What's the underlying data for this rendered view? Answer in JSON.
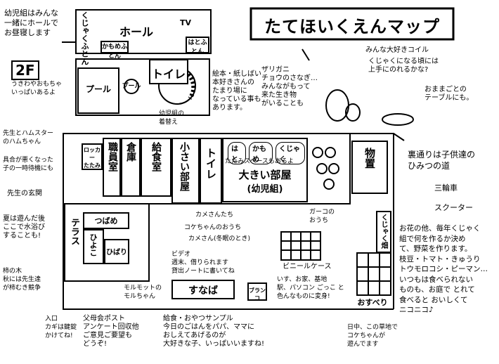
{
  "title": "たてほいくえんマップ",
  "floor": "2F",
  "notes": {
    "top_left": "幼児組はみんな\n一緒にホールで\nお昼寝します",
    "toys": "うきわやおもちゃ\nいっぱいあるよ",
    "picture_books": "絵本・紙しばい\n本好きさんの\nたまり場に\nなっている事も\nあります。",
    "changing": "幼児組の\n着替え",
    "creatures": "ザリガニ\nチョウのさなぎ…\nみんながもって\n来た生き物\nがいることも",
    "koi": "みんな大好きコイル",
    "koi_q": "くじゃくになる頃には\n上手にのれるかな?",
    "kitchen_toy": "おままごとの\nテーブルにも。",
    "teacher_hamster": "先生とハムスター\nのハムちゃん",
    "sick": "具合が悪くなった\n子の一時待機にも",
    "entrance": "先生の玄関",
    "summer": "夏は遊んだ後\nここで水浴び\nすることも!",
    "persimmon": "柿の木\n秋には先生達\nが柿むき競争",
    "backyard": "裏通りは子供達の\nひみつの道",
    "tricycle": "三輪車",
    "scooter": "スクーター",
    "vegetables": "お花の他、毎年くじゃく\n組で何を作るか決め\nて、野菜を作ります。\n枝豆・トマト・きゅうり\nトウモロコシ・ピーマン…\nいつもは食べられない\nものも、お庭で とれて\n食べると おいしくて\nニコニコ♪",
    "goat": "ガーコの\nおうち",
    "beetle": "カメさんたち",
    "chicken": "コケちゃんのおうち",
    "turtle_winter": "カメさん(冬眠のとき)",
    "video": "ビデオ\n週末、借りられます\n貸出ノートに書いてね",
    "mole": "モルモットの\nモルちゃん",
    "vinyl_case": "ビニールケース",
    "vinyl_desc": "いす、お家、基地\n駅、パソコン ごっこ と\n色んなものに変身!",
    "entrance_warn": "入口\nカギは鍵錠\nかけてね!",
    "lunch_post": "父母会ポスト\nアンケート回収他\nご意見ご要望も\nどうぞ!",
    "snack": "給食・おやつサンプル\n今日のごはんをパパ、ママに\nおしえてあげるのが\n大好きな子、いっぱいいますね!",
    "weekday": "日中、この草地で\nコケちゃんが\n遊んでます"
  },
  "rooms": {
    "hall": "ホール",
    "tv": "TV",
    "kujaku_futon": "くじゃくふとん",
    "hato_futon": "はとふとん",
    "kamome_futon": "かもめふとん",
    "pool": "プール",
    "pool2": "プール",
    "toilet_top": "トイレ",
    "locker": "ロッカー\nたたみ",
    "staff": "職員室",
    "storage": "倉庫",
    "kitchen": "給食室",
    "small_room": "小さい部屋",
    "toilet": "トイレ",
    "big_room": "大きい部屋",
    "big_room_sub": "(幼児組)",
    "tatami_note": "たたみスペースもあるよ",
    "hato": "はと",
    "kamome": "かもめ",
    "kujaku": "くじゃく",
    "terrace": "テラス",
    "tsubame": "つばめ",
    "hiyoko": "ひよこ",
    "hibari": "ひばり",
    "warehouse": "物置",
    "field": "くじゃく畑",
    "sandbox": "すなば",
    "swing": "ブランコ",
    "slide": "おすべり"
  }
}
